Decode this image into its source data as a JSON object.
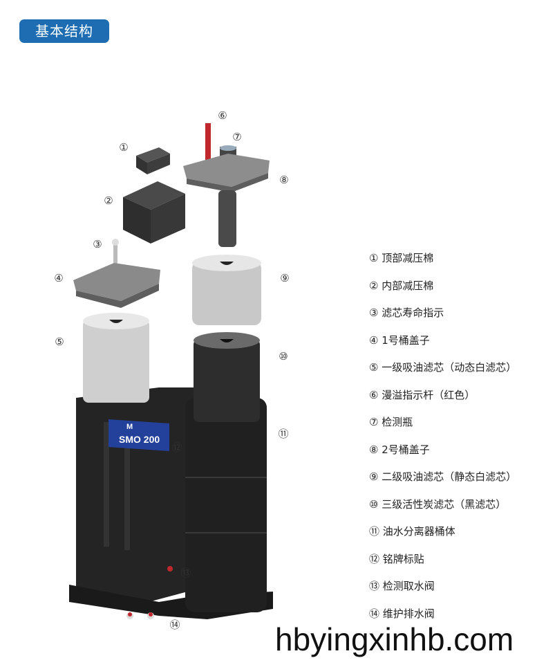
{
  "header": {
    "title": "基本结构"
  },
  "legend": [
    "① 顶部减压棉",
    "② 内部减压棉",
    "③ 滤芯寿命指示",
    "④ 1号桶盖子",
    "⑤ 一级吸油滤芯（动态白滤芯）",
    "⑥ 漫溢指示杆（红色）",
    "⑦ 检测瓶",
    "⑧ 2号桶盖子",
    "⑨ 二级吸油滤芯（静态白滤芯）",
    "⑩ 三级活性炭滤芯（黑滤芯）",
    "⑪ 油水分离器桶体",
    "⑫ 铭牌标贴",
    "⑬ 检测取水阀",
    "⑭ 维护排水阀"
  ],
  "callouts": [
    "①",
    "②",
    "③",
    "④",
    "⑤",
    "⑥",
    "⑦",
    "⑧",
    "⑨",
    "⑩",
    "⑪",
    "⑫",
    "⑬",
    "⑭"
  ],
  "nameplate": {
    "model": "SMO 200",
    "logo": "M"
  },
  "watermark": "hbyingxinhb.com",
  "colors": {
    "accent": "#1e6db3",
    "plate": "#23409a",
    "body": "#1e1e1e",
    "indicator": "#c0282d"
  }
}
